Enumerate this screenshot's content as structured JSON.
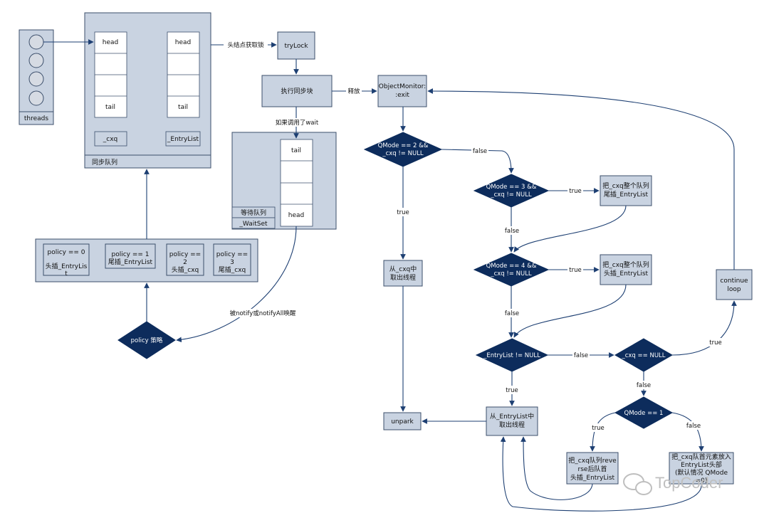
{
  "threads": {
    "label": "threads"
  },
  "sync_queue": {
    "title": "同步队列",
    "cxq": {
      "head": "head",
      "tail": "tail",
      "name": "_cxq"
    },
    "entry": {
      "head": "head",
      "tail": "tail",
      "name": "_EntryList"
    }
  },
  "wait_queue": {
    "title": "等待队列",
    "name": "_WaitSet",
    "tail": "tail",
    "head": "head"
  },
  "policy_box": {
    "items": [
      {
        "line1": "policy == 0",
        "line2": "头插_EntryLis",
        "line3": "t"
      },
      {
        "line1": "policy == 1",
        "line2": "尾插_EntryList",
        "line3": ""
      },
      {
        "line1": "policy ==",
        "line2": "2",
        "line3": "头插_cxq"
      },
      {
        "line1": "policy ==",
        "line2": "3",
        "line3": "尾插_cxq"
      }
    ]
  },
  "nodes": {
    "trylock": "tryLock",
    "exec_sync": "执行同步块",
    "om_exit_1": "ObjectMonitor:",
    "om_exit_2": ":exit",
    "policy_strategy": "policy 策略",
    "d1_1": "QMode == 2 &&",
    "d1_2": "_cxq != NULL",
    "d2_1": "QMode == 3 &&",
    "d2_2": "_cxq != NULL",
    "d3_1": "QMode == 4 &&",
    "d3_2": "_cxq != NULL",
    "d4": "_EntryList != NULL",
    "d5": "_cxq == NULL",
    "d6": "QMode == 1",
    "take_cxq_1": "从_cxq中",
    "take_cxq_2": "取出线程",
    "take_entry_1": "从_EntryList中",
    "take_entry_2": "取出线程",
    "unpark": "unpark",
    "cxq_tail_1": "把_cxq整个队列",
    "cxq_tail_2": "尾插_EntryList",
    "cxq_head_1": "把_cxq整个队列",
    "cxq_head_2": "头插_EntryList",
    "continue_1": "continue",
    "continue_2": "loop",
    "reverse_1": "把_cxq队列reve",
    "reverse_2": "rse后队首",
    "reverse_3": "头插_EntryList",
    "first_1": "把_cxq队首元素放入",
    "first_2": "EntryList头部",
    "first_3": "(默认情况 QMode",
    "first_4": "=0)"
  },
  "edge_labels": {
    "head_lock": "头结点获取锁",
    "release": "释放",
    "if_wait": "如果调用了wait",
    "notified": "被notify或notifyAll唤醒",
    "true": "true",
    "false": "false"
  },
  "watermark": "TopCoder",
  "colors": {
    "box": "#c9d3e1",
    "border": "#3c4f6b",
    "diamond": "#0d2c5c",
    "edge": "#1d3f72"
  }
}
